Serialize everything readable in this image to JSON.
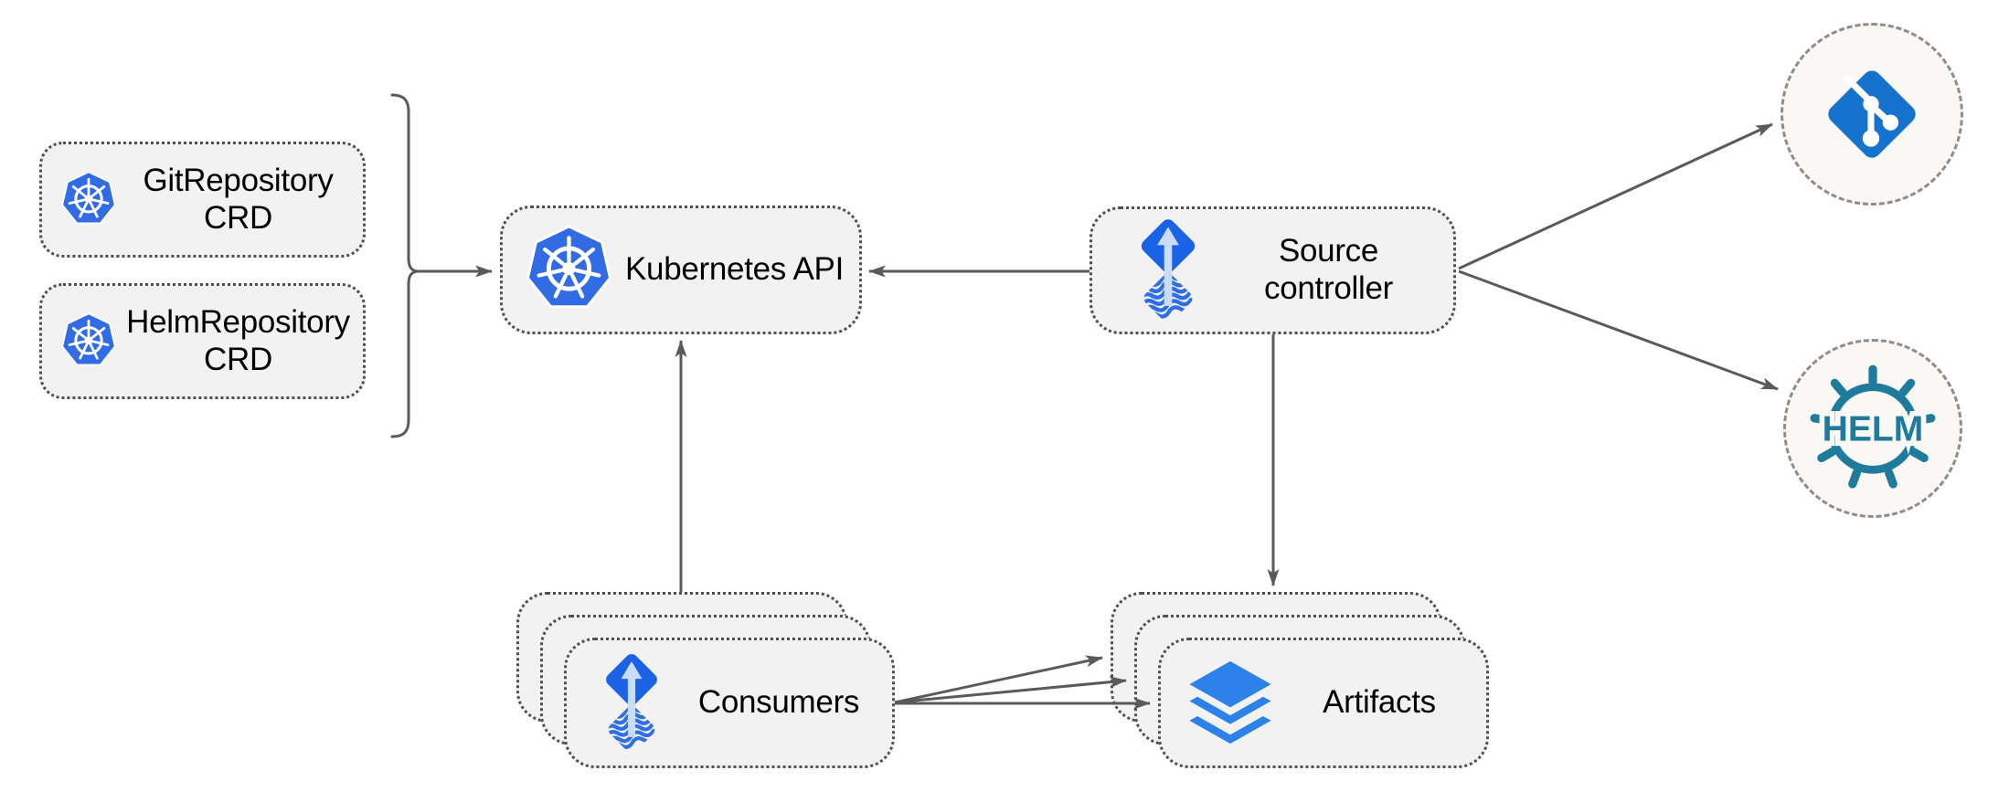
{
  "diagram": {
    "type": "architecture-diagram",
    "subject": "Flux source-controller and Kubernetes API data flow",
    "colors": {
      "canvas_background": "#FFFFFF",
      "box_fill": "#F2F2F2",
      "box_border": "#4F4F4F",
      "edge_stroke": "#5A5A5A",
      "circle_fill": "#FAF8F4",
      "circle_border": "#8D8D8D",
      "kubernetes_blue": "#326CE5",
      "flux_diamond_blue": "#1B63E6",
      "flux_waves_blue": "#2F6FE3",
      "flux_arrow_light_blue": "#C9DDF6",
      "git_blue": "#1573CE",
      "layers_blue": "#2C82E8",
      "helm_teal": "#1E7B9C",
      "text": "#000000"
    },
    "nodes": {
      "git_repository_crd": {
        "label": "GitRepository\nCRD",
        "icon": "kubernetes-icon",
        "shape": "rounded-box-dotted"
      },
      "helm_repository_crd": {
        "label": "HelmRepository\nCRD",
        "icon": "kubernetes-icon",
        "shape": "rounded-box-dotted"
      },
      "kubernetes_api": {
        "label": "Kubernetes API",
        "icon": "kubernetes-icon",
        "shape": "rounded-box-dotted"
      },
      "source_controller": {
        "label": "Source\ncontroller",
        "icon": "source-controller-icon",
        "shape": "rounded-box-dotted"
      },
      "consumers": {
        "label": "Consumers",
        "icon": "source-controller-icon",
        "shape": "rounded-box-dotted",
        "stacked_copies": 3
      },
      "artifacts": {
        "label": "Artifacts",
        "icon": "layers-icon",
        "shape": "rounded-box-dotted",
        "stacked_copies": 3
      },
      "git_endpoint": {
        "label": "",
        "icon": "git-icon",
        "shape": "dashed-circle"
      },
      "helm_endpoint": {
        "label": "",
        "icon": "helm-icon",
        "shape": "dashed-circle",
        "helm_logo_text": "HELM"
      }
    },
    "edges": [
      {
        "id": "crds-to-kubernetes-api",
        "from": "git_repository_crd & helm_repository_crd (grouped by bracket)",
        "to": "kubernetes_api",
        "arrowhead": "at-target"
      },
      {
        "id": "source-controller-to-kubernetes-api",
        "from": "source_controller",
        "to": "kubernetes_api",
        "arrowhead": "at-target"
      },
      {
        "id": "source-controller-to-git",
        "from": "source_controller",
        "to": "git_endpoint",
        "arrowhead": "at-target"
      },
      {
        "id": "source-controller-to-helm",
        "from": "source_controller",
        "to": "helm_endpoint",
        "arrowhead": "at-target"
      },
      {
        "id": "source-controller-to-artifacts",
        "from": "source_controller",
        "to": "artifacts",
        "arrowhead": "at-target"
      },
      {
        "id": "consumers-to-kubernetes-api",
        "from": "consumers",
        "to": "kubernetes_api",
        "arrowhead": "at-target"
      },
      {
        "id": "consumers-to-artifacts-back",
        "from": "consumers",
        "to": "artifacts (back copy)",
        "arrowhead": "at-target"
      },
      {
        "id": "consumers-to-artifacts-middle",
        "from": "consumers",
        "to": "artifacts (middle copy)",
        "arrowhead": "at-target"
      },
      {
        "id": "consumers-to-artifacts-front",
        "from": "consumers",
        "to": "artifacts (front copy)",
        "arrowhead": "at-target"
      }
    ]
  }
}
